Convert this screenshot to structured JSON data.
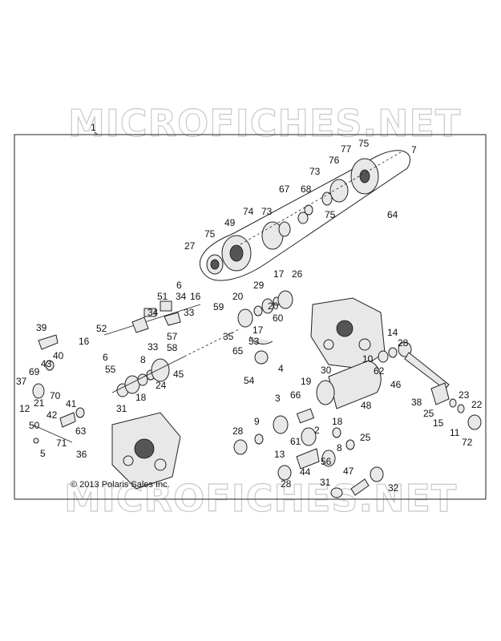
{
  "watermark": "MICROFICHES.NET",
  "copyright": "© 2013 Polaris Sales Inc.",
  "assembly_callout": "1",
  "callouts": [
    "75",
    "7",
    "77",
    "76",
    "73",
    "67",
    "68",
    "74",
    "73",
    "49",
    "75",
    "64",
    "27",
    "75",
    "26",
    "17",
    "29",
    "20",
    "20",
    "60",
    "59",
    "6",
    "16",
    "51",
    "34",
    "34",
    "33",
    "57",
    "52",
    "16",
    "6",
    "33",
    "58",
    "55",
    "8",
    "24",
    "45",
    "18",
    "31",
    "39",
    "40",
    "43",
    "37",
    "69",
    "21",
    "12",
    "70",
    "41",
    "42",
    "50",
    "63",
    "71",
    "36",
    "5",
    "35",
    "17",
    "53",
    "65",
    "4",
    "54",
    "14",
    "28",
    "10",
    "62",
    "46",
    "30",
    "19",
    "48",
    "66",
    "3",
    "9",
    "28",
    "61",
    "2",
    "18",
    "8",
    "25",
    "13",
    "44",
    "56",
    "28",
    "38",
    "23",
    "22",
    "25",
    "15",
    "11",
    "72",
    "47",
    "31",
    "32"
  ]
}
